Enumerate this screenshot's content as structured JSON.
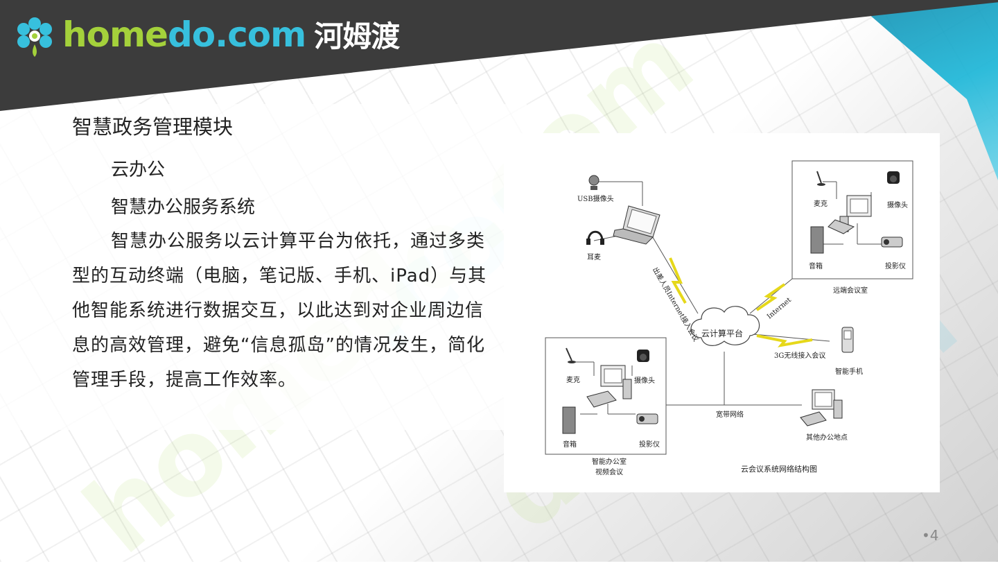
{
  "logo": {
    "text_home": "home",
    "text_do": "do",
    "text_dotcom": ".com",
    "text_cn": "河姆渡",
    "accent_green": "#a4d13b",
    "accent_cyan": "#37c0dd"
  },
  "slide": {
    "title": "智慧政务管理模块",
    "item1": "云办公",
    "item2": "智慧办公服务系统",
    "body": "智慧办公服务以云计算平台为依托，通过多类型的互动终端（电脑，笔记版、手机、iPad）与其他智能系统进行数据交互，以此达到对企业周边信息的高效管理，避免“信息孤岛”的情况发生，简化管理手段，提高工作效率。",
    "page_number": "•4"
  },
  "diagram": {
    "usb_camera": "USB摄像头",
    "headset": "耳麦",
    "travel_link": "出差人员Internet接入会议",
    "cloud": "云计算平台",
    "internet": "Internet",
    "remote_mic": "麦克",
    "remote_camera": "摄像头",
    "remote_speaker": "音箱",
    "remote_projector": "投影仪",
    "remote_room": "远端会议室",
    "wireless_link": "3G无线接入会议",
    "smartphone": "智能手机",
    "office_mic": "麦克",
    "office_camera": "摄像头",
    "office_speaker": "音箱",
    "office_projector": "投影仪",
    "office_room_line1": "智能办公室",
    "office_room_line2": "视频会议",
    "broadband": "宽带网络",
    "other_site": "其他办公地点",
    "caption": "云会议系统网络结构图"
  }
}
